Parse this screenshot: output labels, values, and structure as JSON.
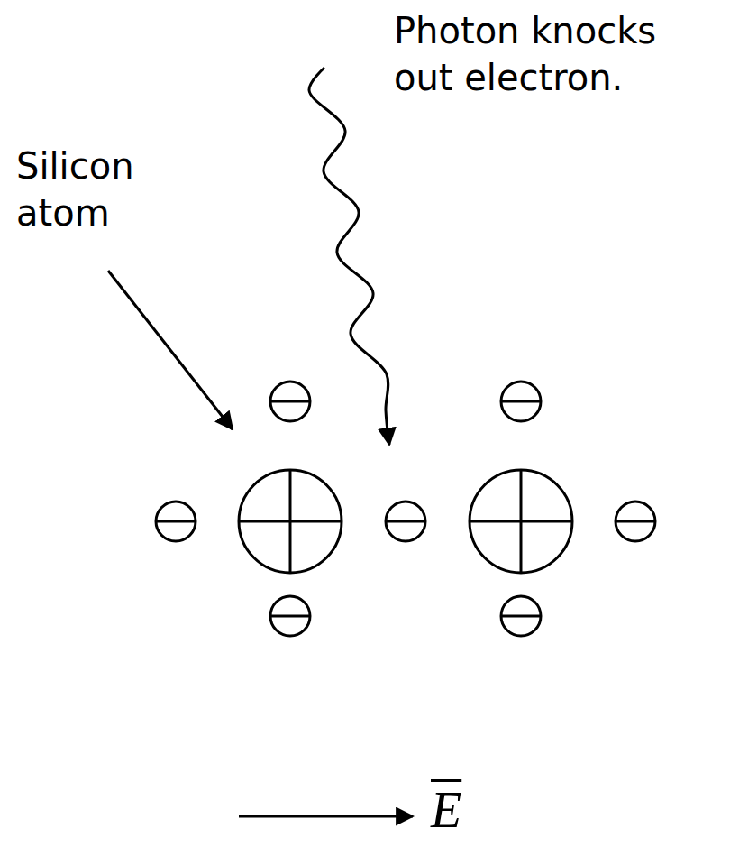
{
  "diagram": {
    "labels": [
      "Photon knocks out electron.",
      "Silicon atom",
      "E"
    ]
  }
}
